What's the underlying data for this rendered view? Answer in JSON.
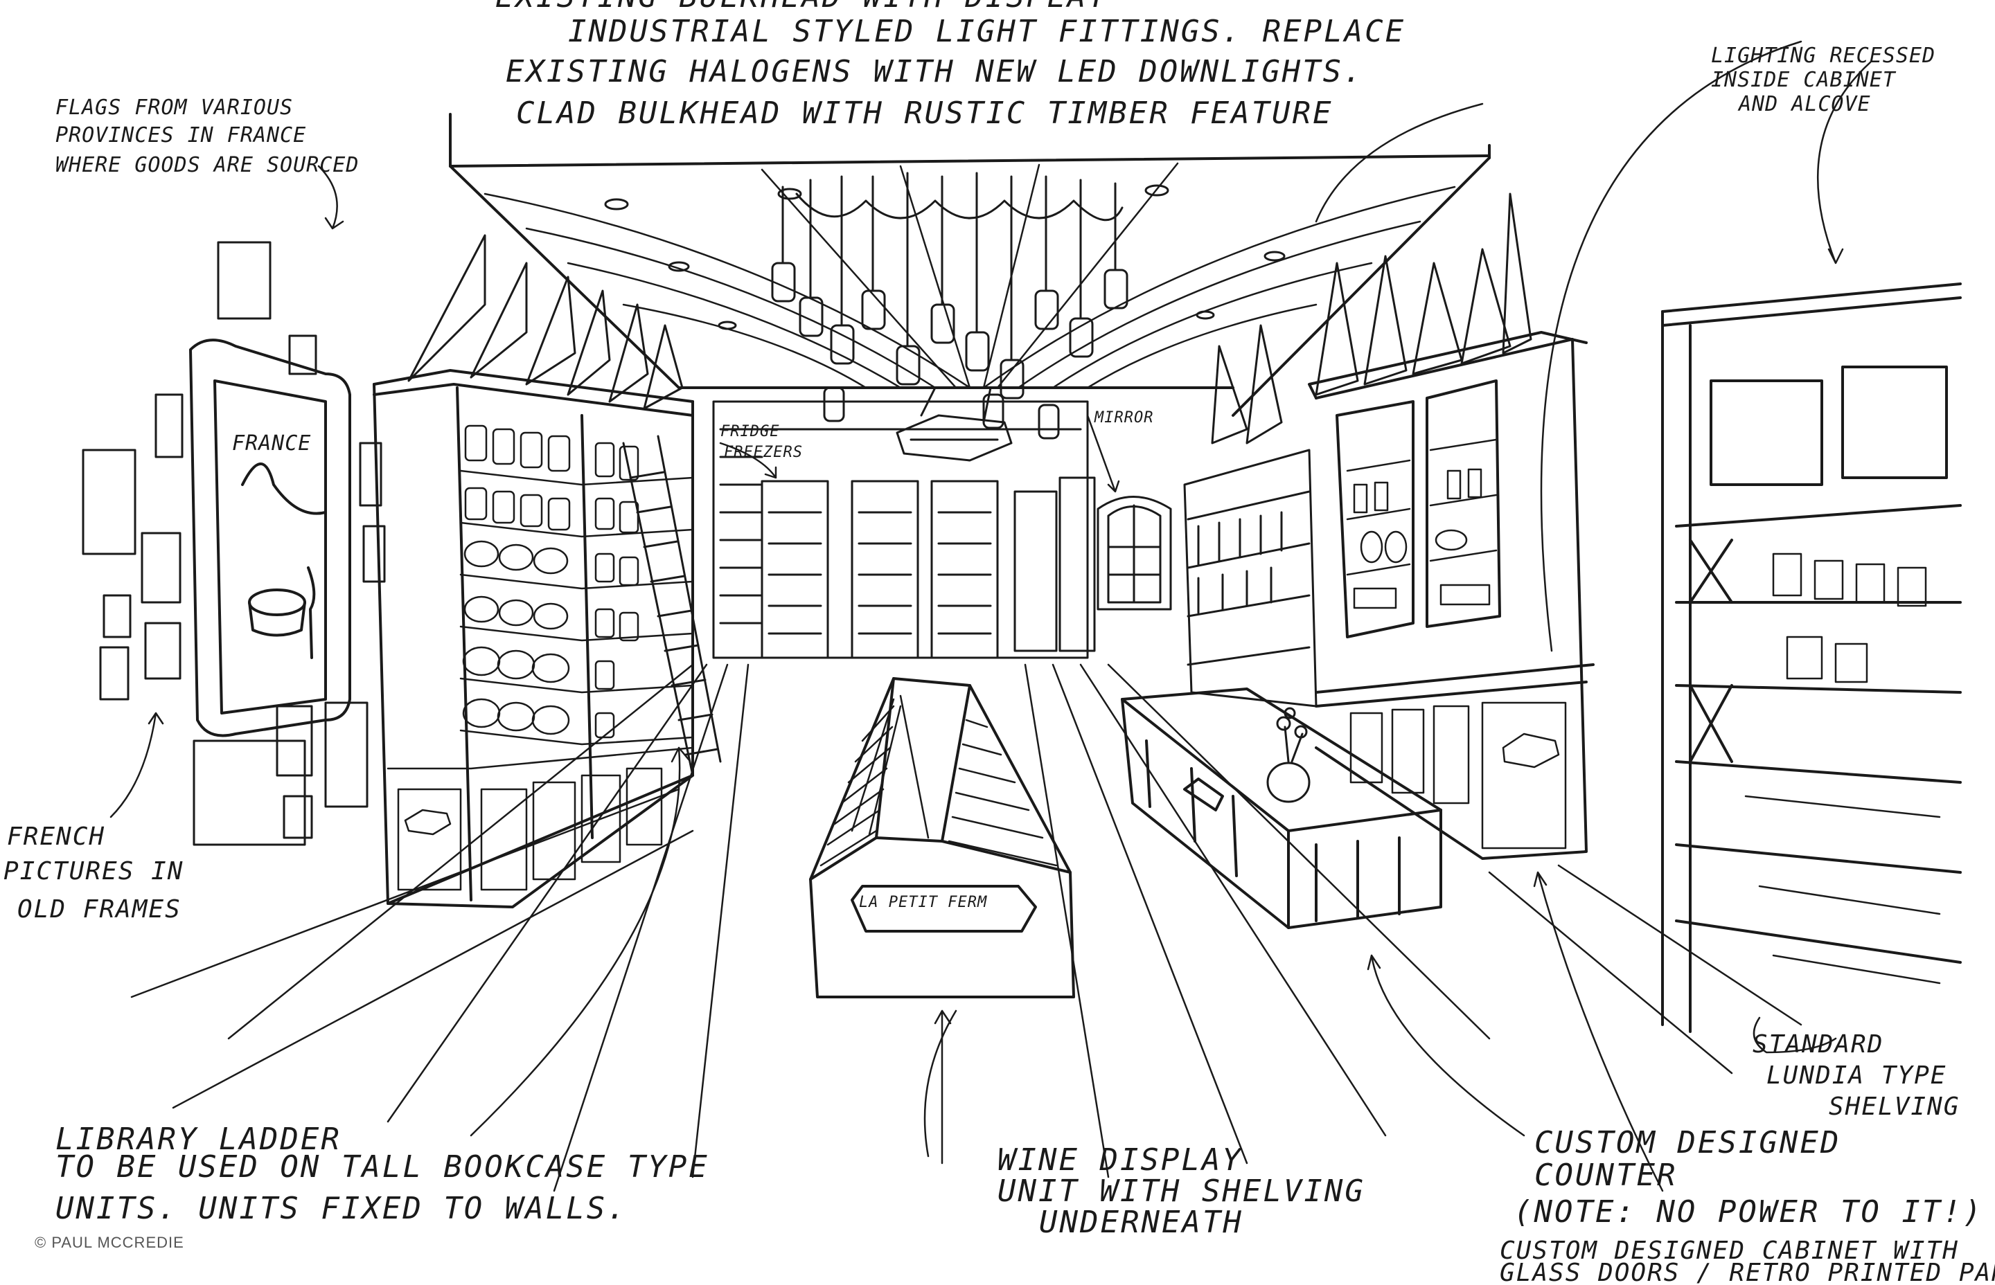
{
  "colors": {
    "ink": "#1a1a1a",
    "paper": "#ffffff",
    "credit": "#555555"
  },
  "annotations": {
    "top_note_line1": "EXISTING BULKHEAD WITH DISPLAY",
    "top_note_line2": "INDUSTRIAL STYLED LIGHT FITTINGS. REPLACE",
    "top_note_line3": "EXISTING HALOGENS WITH NEW LED DOWNLIGHTS.",
    "top_note_line4": "CLAD BULKHEAD WITH RUSTIC TIMBER FEATURE",
    "flags_line1": "FLAGS FROM VARIOUS",
    "flags_line2": "PROVINCES IN FRANCE",
    "flags_line3": "WHERE GOODS ARE SOURCED",
    "lighting_line1": "LIGHTING RECESSED",
    "lighting_line2": "INSIDE CABINET",
    "lighting_line3": "AND ALCOVE",
    "pictures_line1": "FRENCH",
    "pictures_line2": "PICTURES IN",
    "pictures_line3": "OLD FRAMES",
    "fridge_line1": "FRIDGE",
    "fridge_line2": "FREEZERS",
    "mirror": "MIRROR",
    "sign_center": "LA PETIT FERM",
    "frame_text": "FRANCE",
    "ladder_line1": "LIBRARY LADDER",
    "ladder_line2": "TO BE USED ON TALL BOOKCASE TYPE",
    "ladder_line3": "UNITS. UNITS FIXED TO WALLS.",
    "wine_line1": "WINE DISPLAY",
    "wine_line2": "UNIT WITH SHELVING",
    "wine_line3": "UNDERNEATH",
    "shelving_line1": "STANDARD",
    "shelving_line2": "LUNDIA TYPE",
    "shelving_line3": "SHELVING",
    "counter_line1": "CUSTOM DESIGNED",
    "counter_line2": "COUNTER",
    "counter_line3": "(NOTE: NO POWER TO IT!)",
    "cabinet_line1": "CUSTOM DESIGNED CABINET WITH",
    "cabinet_line2": "GLASS DOORS / RETRO PRINTED PANE"
  },
  "credit": "© PAUL MCCREDIE"
}
